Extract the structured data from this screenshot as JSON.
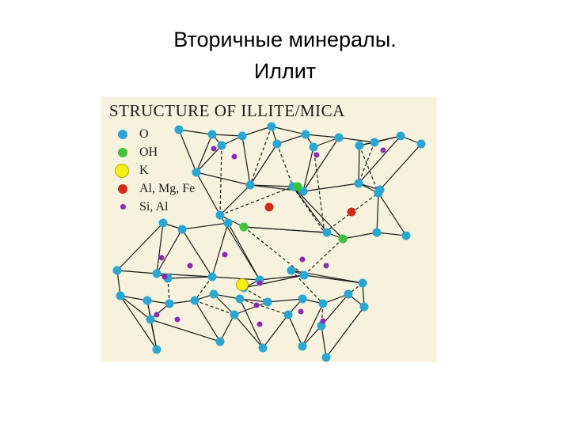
{
  "slide": {
    "title_line1": "Вторичные минералы.",
    "title_line2": "Иллит"
  },
  "figure": {
    "heading": "STRUCTURE OF ILLITE/MICA",
    "background": "#f6f2dd",
    "legend": [
      {
        "label": "O",
        "color": "#2aa6d2",
        "shape": "large-dot"
      },
      {
        "label": "OH",
        "color": "#3ec43a",
        "shape": "large-dot"
      },
      {
        "label": "K",
        "color": "#f4ee1a",
        "shape": "ring-dot"
      },
      {
        "label": "Al, Mg, Fe",
        "color": "#d42a1c",
        "shape": "large-dot"
      },
      {
        "label": "Si, Al",
        "color": "#8c2ab4",
        "shape": "small-dot"
      }
    ]
  }
}
